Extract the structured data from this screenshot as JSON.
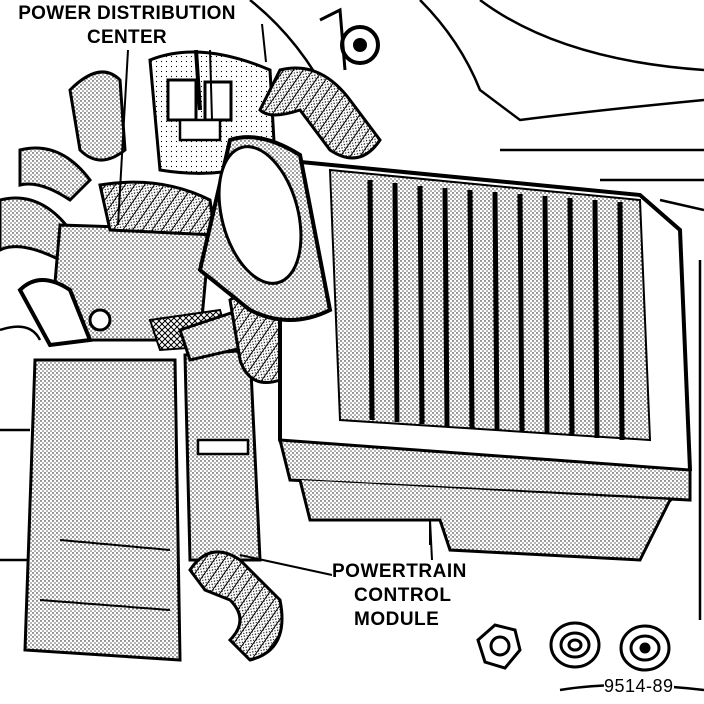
{
  "labels": {
    "power_distribution_center": [
      "POWER DISTRIBUTION",
      "CENTER"
    ],
    "powertrain_control_module": [
      "POWERTRAIN",
      "CONTROL",
      "MODULE"
    ],
    "figure_number": "9514-89"
  },
  "colors": {
    "ink": "#000000",
    "paper": "#ffffff"
  }
}
